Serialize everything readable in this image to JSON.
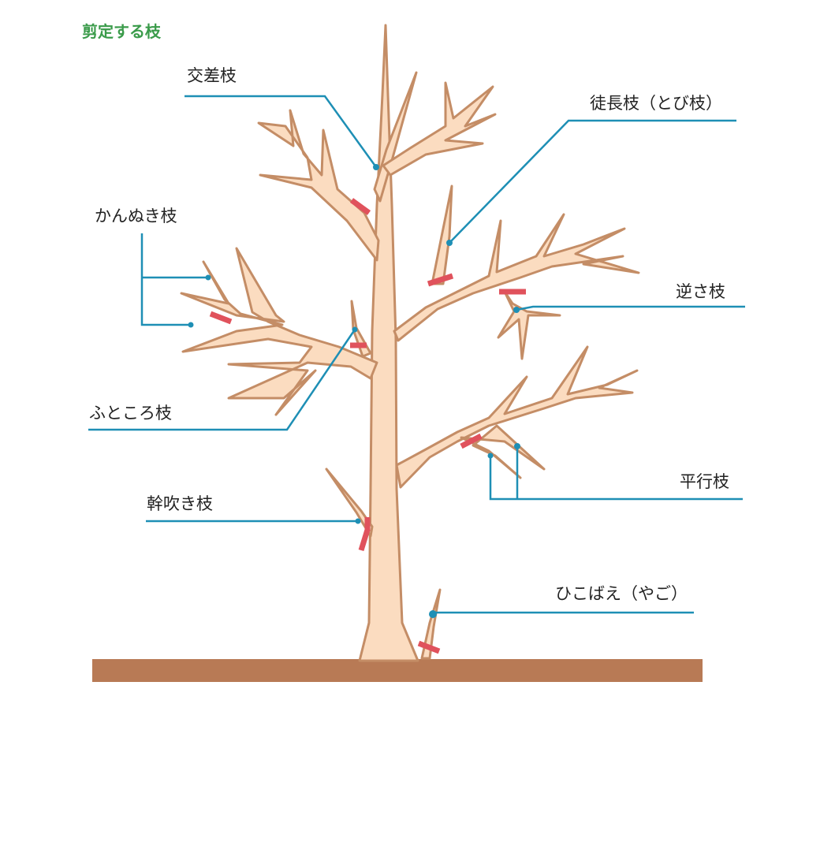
{
  "title": "剪定する枝",
  "labels": {
    "kousa": "交差枝",
    "tochou": "徒長枝（とび枝）",
    "kannuki": "かんぬき枝",
    "sakasa": "逆さ枝",
    "futokoro": "ふところ枝",
    "heikou": "平行枝",
    "miki_buki": "幹吹き枝",
    "hikobae": "ひこばえ（やご）"
  },
  "colors": {
    "title": "#3a9b4a",
    "trunk_fill": "#fbdcc0",
    "trunk_outline": "#c48d66",
    "ground": "#b87a55",
    "leader_line": "#1e8fb5",
    "cut_mark": "#e0525c"
  }
}
